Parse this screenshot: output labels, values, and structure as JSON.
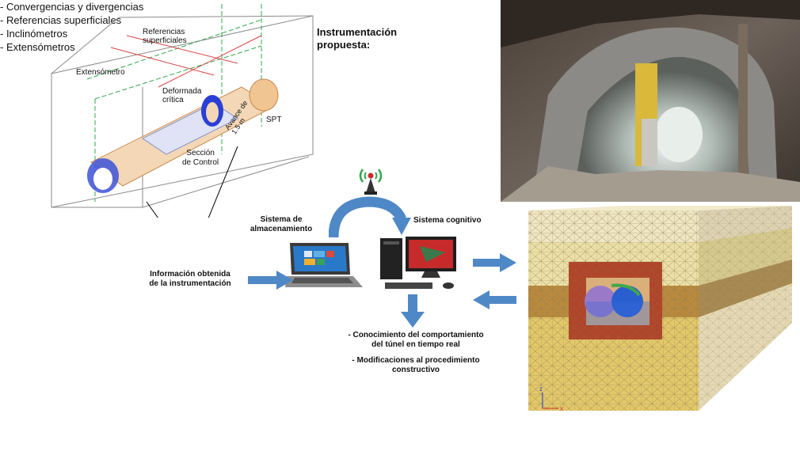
{
  "sketch": {
    "ref_superficiales": "Referencias\nsuperficiales",
    "extensometro": "Extensómetro",
    "deformada": "Deformada\ncrítica",
    "spt": "SPT",
    "seccion": "Sección\nde Control",
    "avance": "Avance de\n1.5 m"
  },
  "panel": {
    "title_line1": "Instrumentación",
    "title_line2": "propuesta:",
    "items": [
      "- Convergencias y divergencias",
      "- Referencias superficiales",
      "- Inclinómetros",
      "- Extensómetros"
    ]
  },
  "flow": {
    "info_line1": "Información obtenida",
    "info_line2": "de la instrumentación",
    "storage_line1": "Sistema de",
    "storage_line2": "almacenamiento",
    "cognitive": "Sistema cognitivo",
    "outcome1_line1": "- Conocimiento del comportamiento",
    "outcome1_line2": "del túnel en tiempo real",
    "outcome2_line1": "- Modificaciones al procedimiento",
    "outcome2_line2": "constructivo"
  },
  "model_axes": {
    "z": "z",
    "x": "x"
  },
  "colors": {
    "arrow": "#4f88c6",
    "tunnel_mesh": "#e8a060",
    "control_section": "#2a3fd6",
    "soil_yellow": "#e2c86a",
    "soil_brown": "#b98a3e",
    "excavation_red": "#b0452a"
  }
}
